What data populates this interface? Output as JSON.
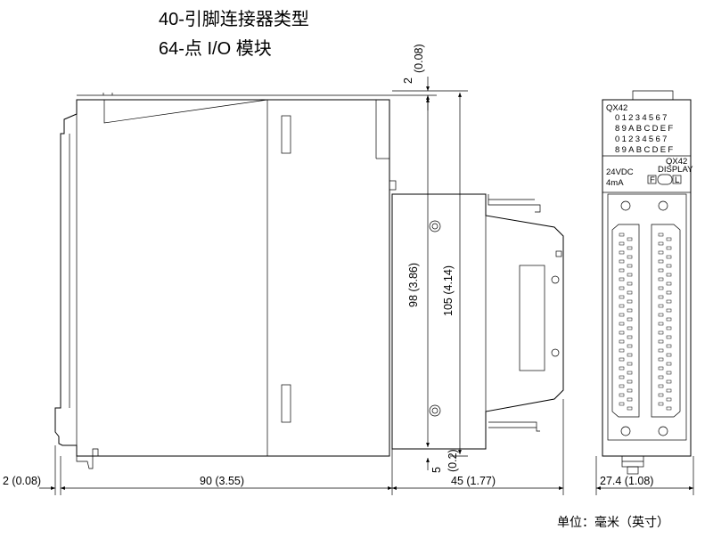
{
  "title": {
    "line1": "40-引脚连接器类型",
    "line2": "64-点 I/O 模块"
  },
  "dimensions": {
    "top_gap": "2",
    "top_gap_in": "(0.08)",
    "height_98": "98 (3.86)",
    "height_105": "105 (4.14)",
    "bottom_gap": "5",
    "bottom_gap_in": "(0.2)",
    "left_gap": "2 (0.08)",
    "depth_90": "90 (3.55)",
    "connector_45": "45 (1.77)",
    "width_27": "27.4 (1.08)"
  },
  "front_panel": {
    "model_top": "QX42",
    "row1": "01234567",
    "row2": "89ABCDEF",
    "row3": "01234567",
    "row4": "89ABCDEF",
    "model_side": "QX42",
    "voltage": "24VDC",
    "current": "4mA",
    "display_label": "DISPLAY",
    "switch_f": "F",
    "switch_l": "L"
  },
  "unit_note": "单位：毫米（英寸）"
}
